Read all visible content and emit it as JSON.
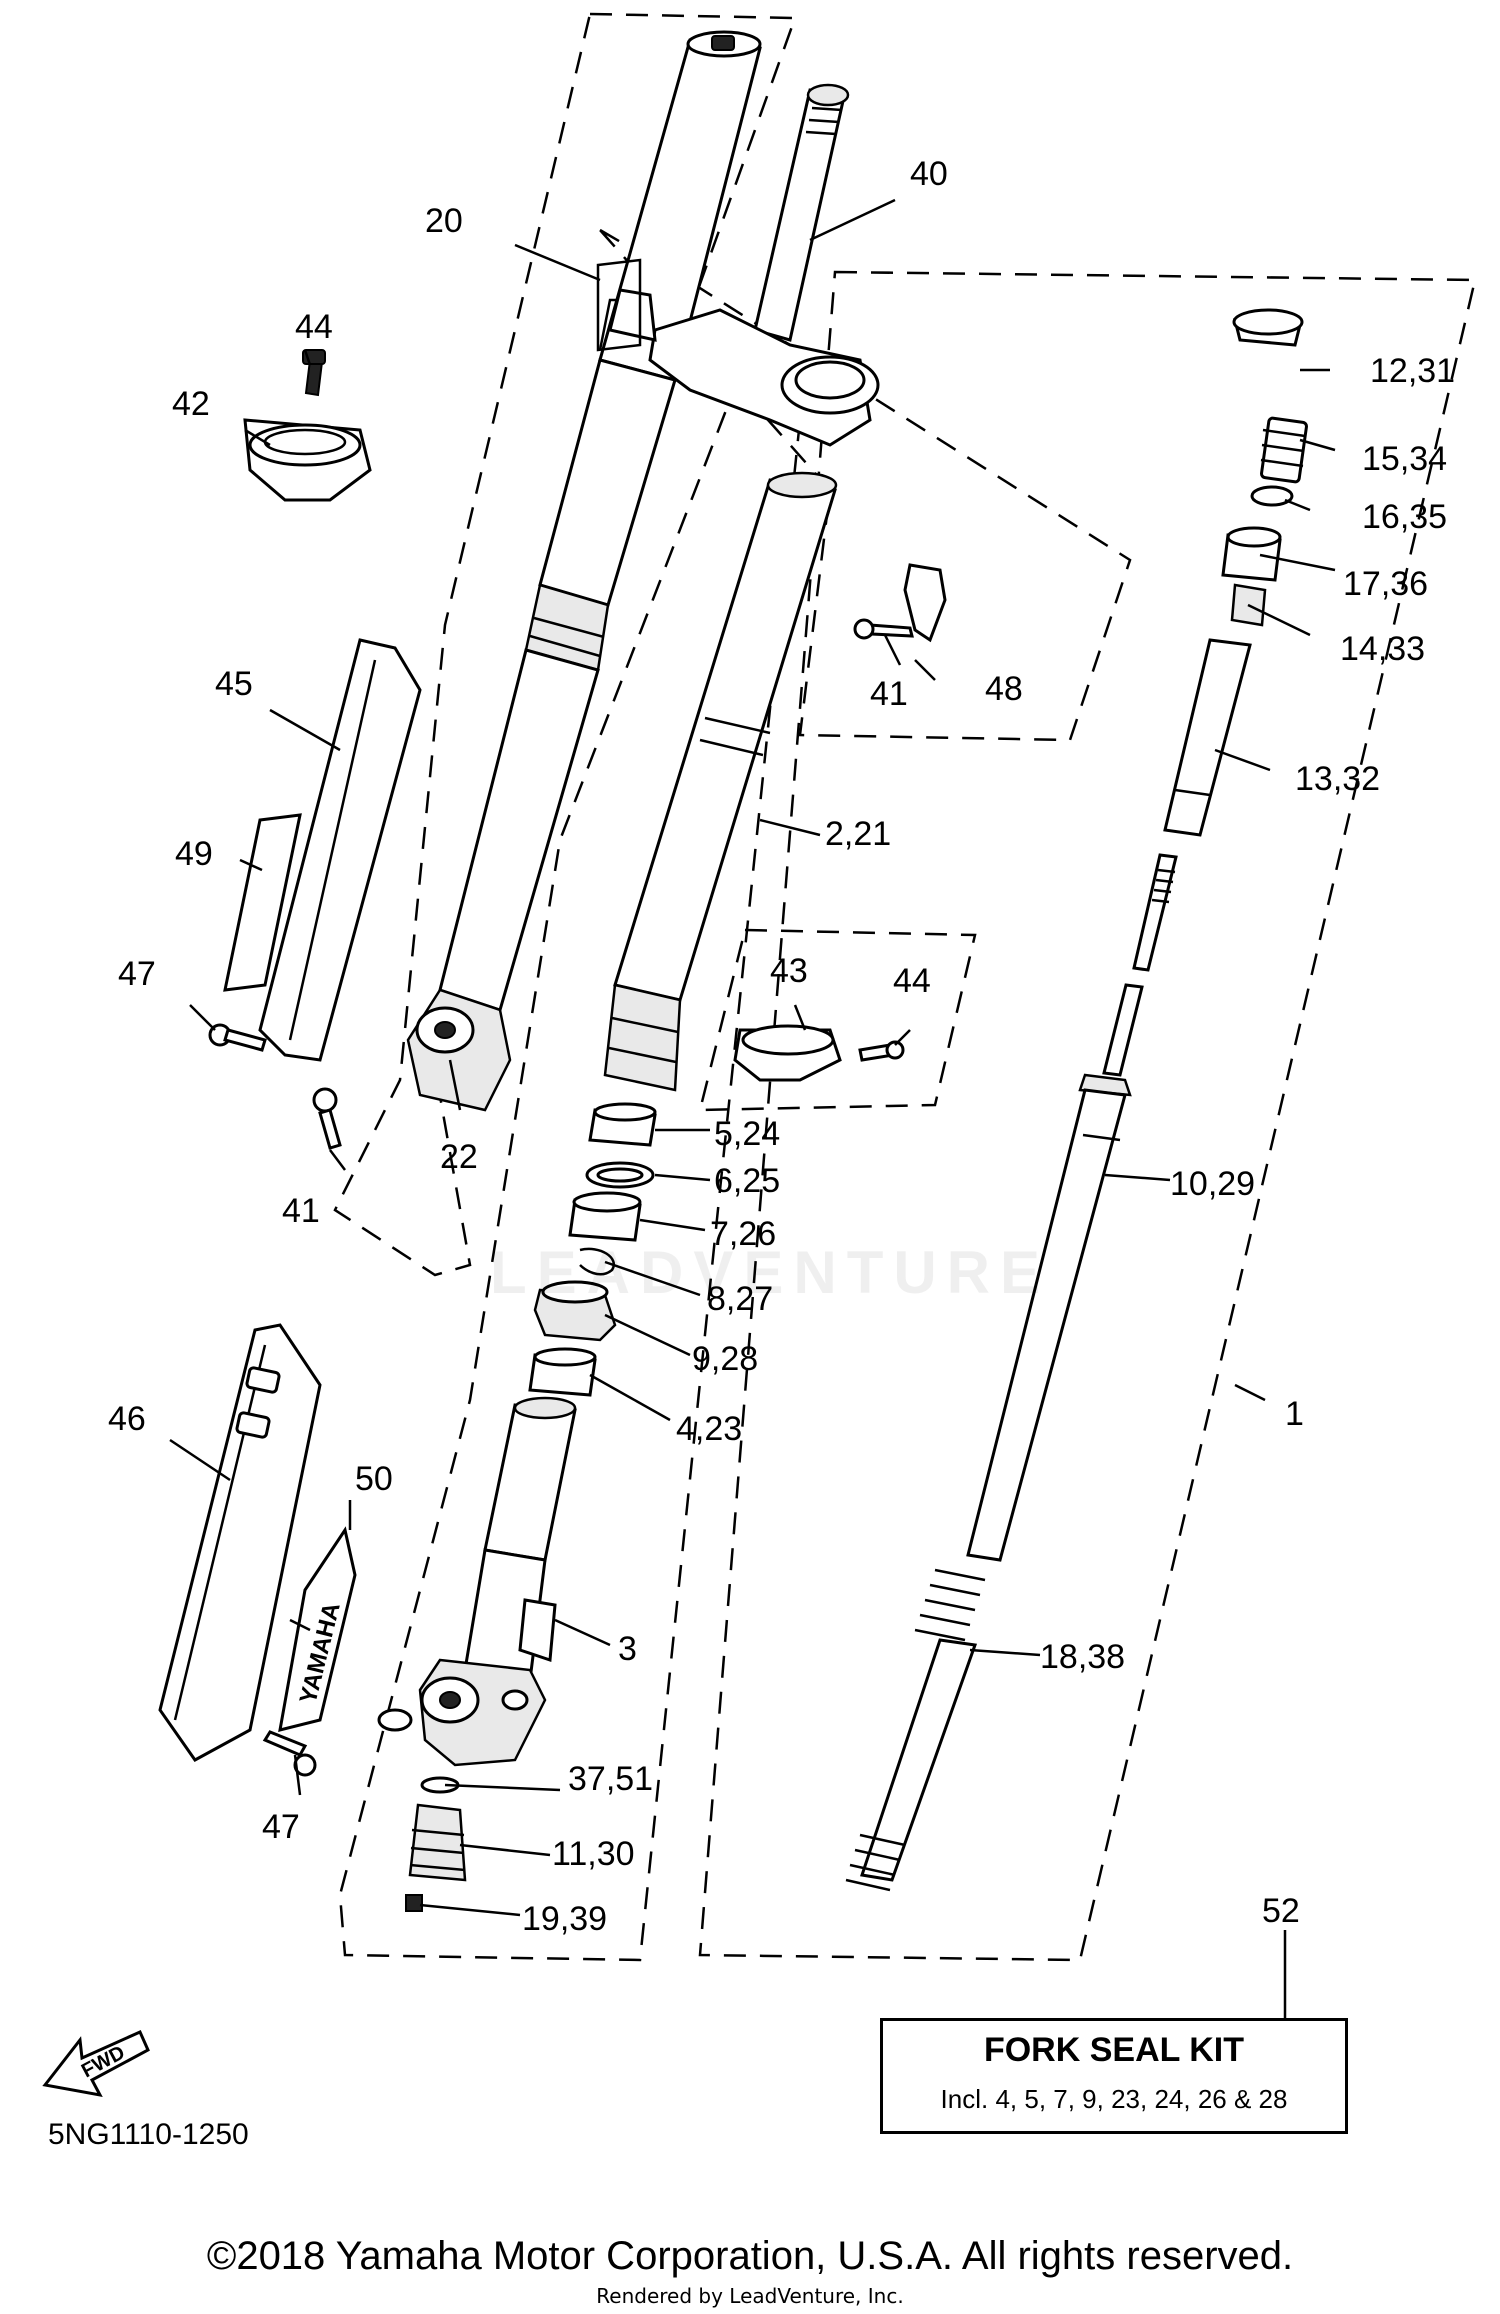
{
  "watermark": "LEADVENTURE",
  "callouts": [
    {
      "id": "c1",
      "text": "1"
    },
    {
      "id": "c2",
      "text": "2,21"
    },
    {
      "id": "c3",
      "text": "3"
    },
    {
      "id": "c4",
      "text": "4,23"
    },
    {
      "id": "c5",
      "text": "5,24"
    },
    {
      "id": "c6",
      "text": "6,25"
    },
    {
      "id": "c7",
      "text": "7,26"
    },
    {
      "id": "c8",
      "text": "8,27"
    },
    {
      "id": "c9",
      "text": "9,28"
    },
    {
      "id": "c10",
      "text": "10,29"
    },
    {
      "id": "c11",
      "text": "11,30"
    },
    {
      "id": "c12",
      "text": "12,31"
    },
    {
      "id": "c13",
      "text": "13,32"
    },
    {
      "id": "c14",
      "text": "14,33"
    },
    {
      "id": "c15",
      "text": "15,34"
    },
    {
      "id": "c16",
      "text": "16,35"
    },
    {
      "id": "c17",
      "text": "17,36"
    },
    {
      "id": "c18",
      "text": "18,38"
    },
    {
      "id": "c19",
      "text": "19,39"
    },
    {
      "id": "c20",
      "text": "20"
    },
    {
      "id": "c22",
      "text": "22"
    },
    {
      "id": "c37",
      "text": "37,51"
    },
    {
      "id": "c40",
      "text": "40"
    },
    {
      "id": "c41a",
      "text": "41"
    },
    {
      "id": "c41b",
      "text": "41"
    },
    {
      "id": "c42",
      "text": "42"
    },
    {
      "id": "c43",
      "text": "43"
    },
    {
      "id": "c44a",
      "text": "44"
    },
    {
      "id": "c44b",
      "text": "44"
    },
    {
      "id": "c45",
      "text": "45"
    },
    {
      "id": "c46",
      "text": "46"
    },
    {
      "id": "c47a",
      "text": "47"
    },
    {
      "id": "c47b",
      "text": "47"
    },
    {
      "id": "c48",
      "text": "48"
    },
    {
      "id": "c49",
      "text": "49"
    },
    {
      "id": "c50",
      "text": "50"
    },
    {
      "id": "c52",
      "text": "52"
    }
  ],
  "fwd_label": "FWD",
  "decal_text": "YAMAHA",
  "kit": {
    "title": "FORK SEAL KIT",
    "description": "Incl. 4, 5, 7, 9, 23, 24, 26 & 28"
  },
  "diagram_code": "5NG1110-1250",
  "copyright": "©2018 Yamaha Motor Corporation, U.S.A. All rights reserved.",
  "rendered_by": "Rendered by LeadVenture, Inc."
}
